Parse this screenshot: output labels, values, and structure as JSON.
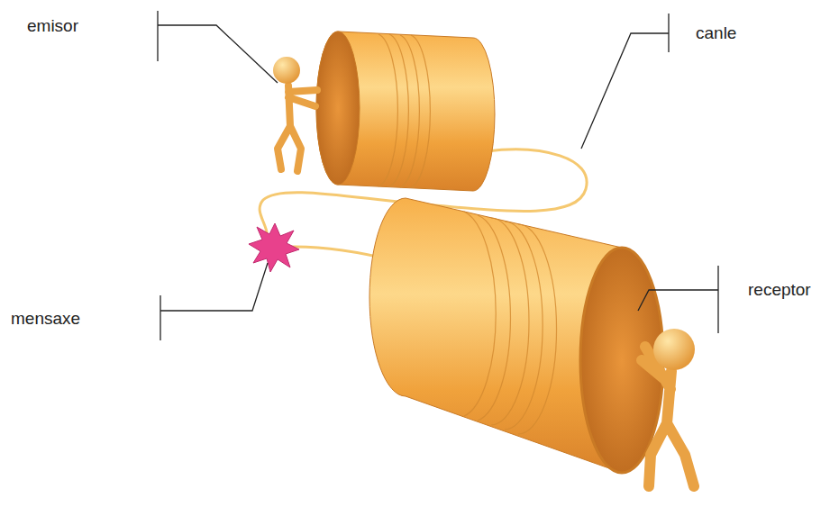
{
  "diagram": {
    "labels": [
      "emisor",
      "canle",
      "mensaxe",
      "receptor"
    ]
  }
}
